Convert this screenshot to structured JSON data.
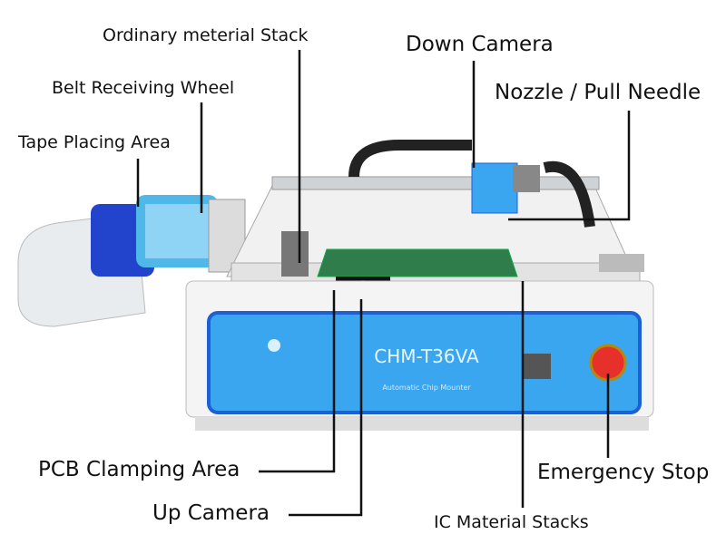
{
  "labels": {
    "ordinary_stack": "Ordinary meterial Stack",
    "belt_wheel": "Belt Receiving Wheel",
    "tape_area": "Tape Placing Area",
    "down_camera": "Down Camera",
    "nozzle": "Nozzle / Pull Needle",
    "pcb_clamping": "PCB Clamping Area",
    "up_camera": "Up Camera",
    "ic_stacks": "IC Material Stacks",
    "emergency_stop": "Emergency Stop"
  },
  "machine": {
    "model": "CHM-T36VA",
    "subtitle": "Automatic Chip Mounter"
  },
  "colors": {
    "panel": "#3aa6f0",
    "panel_border": "#1c5fd6",
    "estop": "#e8302a"
  }
}
